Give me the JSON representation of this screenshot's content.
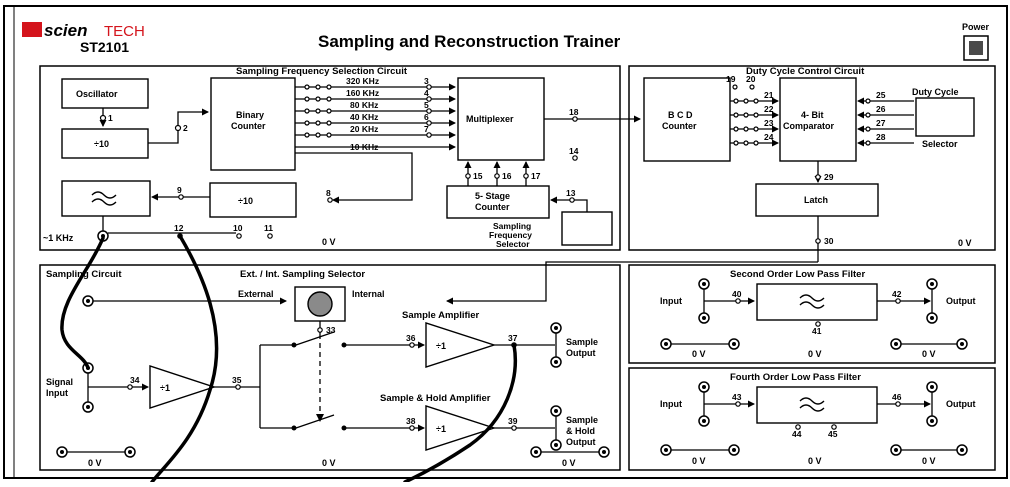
{
  "header": {
    "brand_left": "scien",
    "brand_right": "TECH",
    "model": "ST2101",
    "title": "Sampling and Reconstruction Trainer",
    "power_label": "Power"
  },
  "freq_section": {
    "title": "Sampling Frequency Selection Circuit",
    "oscillator": "Oscillator",
    "div10_top": "÷10",
    "div10_mid": "÷10",
    "binary_counter_1": "Binary",
    "binary_counter_2": "Counter",
    "multiplexer": "Multiplexer",
    "stage_counter_1": "5- Stage",
    "stage_counter_2": "Counter",
    "freq_selector_1": "Sampling",
    "freq_selector_2": "Frequency",
    "freq_selector_3": "Selector",
    "freq_labels": [
      "320 KHz",
      "160 KHz",
      "80 KHz",
      "40 KHz",
      "20 KHz",
      "10 KHz"
    ],
    "freq_pins": [
      "3",
      "4",
      "5",
      "6",
      "7"
    ],
    "pin_1": "1",
    "pin_2": "2",
    "pin_8": "8",
    "pin_9": "9",
    "pin_10": "10",
    "pin_11": "11",
    "pin_12": "12",
    "pin_13": "13",
    "pin_14": "14",
    "pin_15": "15",
    "pin_16": "16",
    "pin_17": "17",
    "pin_18": "18",
    "approx_1khz": "~1 KHz",
    "ground": "0 V"
  },
  "duty_section": {
    "title": "Duty Cycle Control Circuit",
    "bcd_1": "B C D",
    "bcd_2": "Counter",
    "comparator_1": "4- Bit",
    "comparator_2": "Comparator",
    "latch": "Latch",
    "duty_cycle": "Duty Cycle",
    "selector": "Selector",
    "pins_top": [
      "19",
      "20"
    ],
    "pins_left": [
      "21",
      "22",
      "23",
      "24"
    ],
    "pins_right": [
      "25",
      "26",
      "27",
      "28"
    ],
    "pin_29": "29",
    "pin_30": "30",
    "ground": "0 V"
  },
  "sampling_section": {
    "title": "Sampling Circuit",
    "selector_title": "Ext. / Int. Sampling Selector",
    "external": "External",
    "internal": "Internal",
    "sample_amp": "Sample Amplifier",
    "sh_amp": "Sample & Hold Amplifier",
    "gain": "÷1",
    "signal_1": "Signal",
    "signal_2": "Input",
    "sample_out_1": "Sample",
    "sample_out_2": "Output",
    "sh_out_1": "Sample",
    "sh_out_2": "& Hold",
    "sh_out_3": "Output",
    "pin_33": "33",
    "pin_34": "34",
    "pin_35": "35",
    "pin_36": "36",
    "pin_37": "37",
    "pin_38": "38",
    "pin_39": "39",
    "ground": "0 V"
  },
  "lpf2_section": {
    "title": "Second Order Low Pass Filter",
    "input": "Input",
    "output": "Output",
    "pin_40": "40",
    "pin_41": "41",
    "pin_42": "42",
    "ground": "0 V"
  },
  "lpf4_section": {
    "title": "Fourth Order Low Pass Filter",
    "input": "Input",
    "output": "Output",
    "pin_43": "43",
    "pin_44": "44",
    "pin_45": "45",
    "pin_46": "46",
    "ground": "0 V"
  },
  "colors": {
    "brand_red": "#d4141c",
    "power_button": "#4a4a4a",
    "selector_knob": "#8a8a8a"
  }
}
